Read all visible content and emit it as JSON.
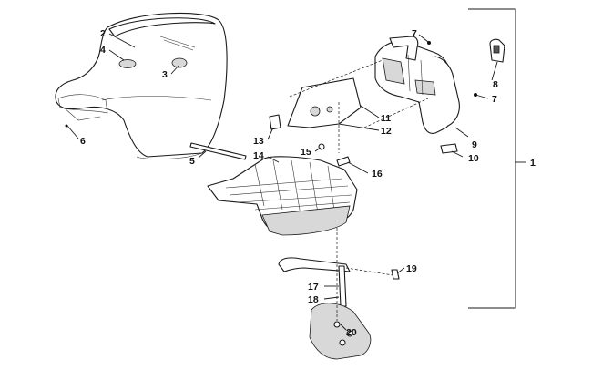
{
  "callouts": {
    "c1": "1",
    "c2": "2",
    "c3": "3",
    "c4": "4",
    "c5": "5",
    "c6": "6",
    "c7a": "7",
    "c7b": "7",
    "c8": "8",
    "c9": "9",
    "c10": "10",
    "c11": "11",
    "c12": "12",
    "c13": "13",
    "c14": "14",
    "c15": "15",
    "c16": "16",
    "c17": "17",
    "c18": "18",
    "c19": "19",
    "c20": "20"
  },
  "colors": {
    "line": "#1a1a1a",
    "shade": "#d8d8d8",
    "background": "#ffffff"
  }
}
